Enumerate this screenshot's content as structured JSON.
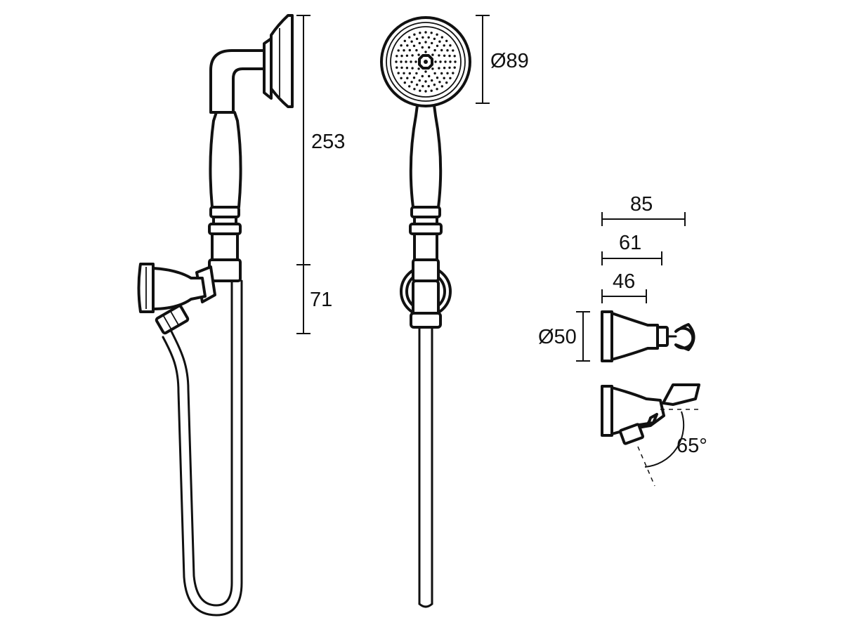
{
  "dimensions": {
    "overall_height": "253",
    "holder_height": "71",
    "head_diameter": "Ø89",
    "projection_max": "85",
    "projection_mid": "61",
    "projection_min": "46",
    "flange_diameter": "Ø50",
    "tilt_angle": "65°"
  },
  "colors": {
    "line": "#111111",
    "background": "#ffffff"
  }
}
